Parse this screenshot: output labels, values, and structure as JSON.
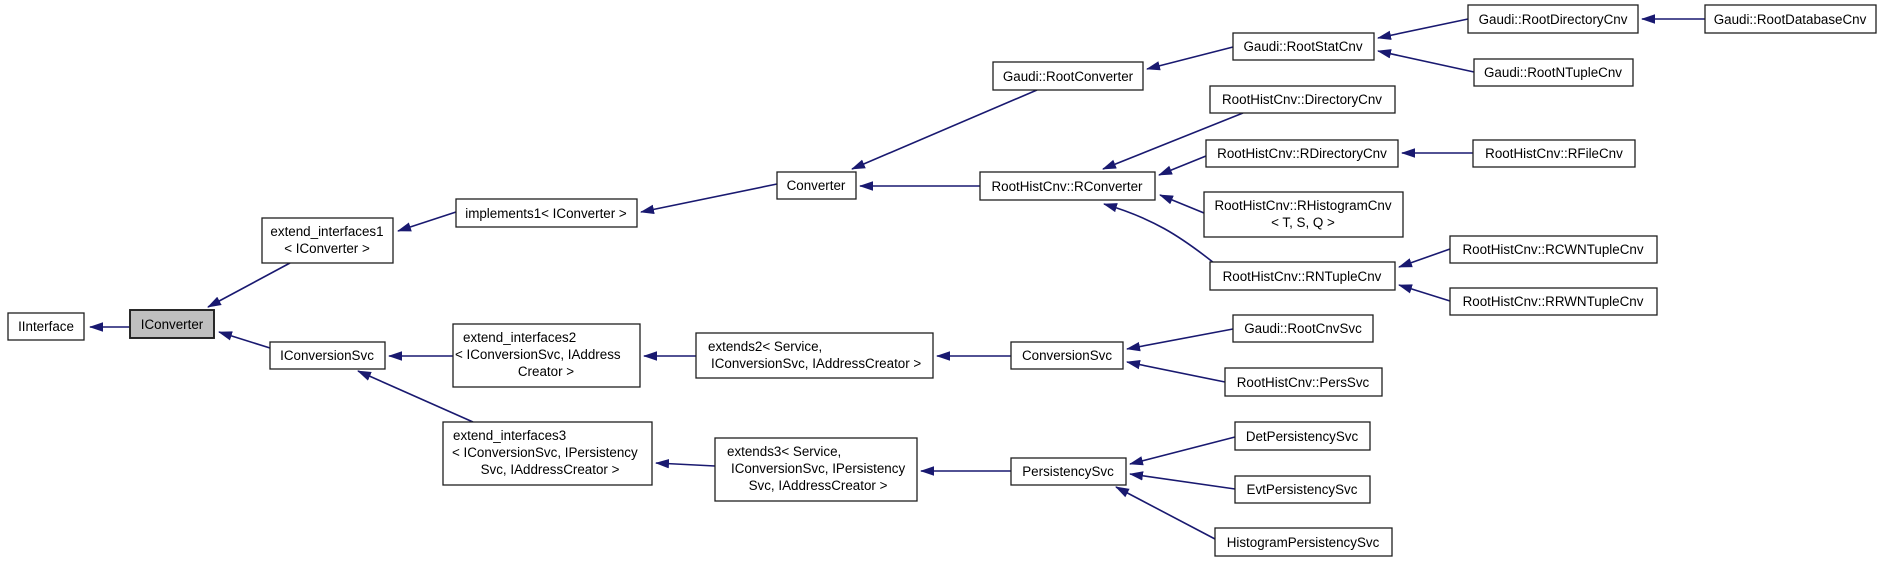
{
  "diagram": {
    "type": "class-inheritance-graph",
    "colors": {
      "arrow": "#191970",
      "border": "#1f1f1f",
      "node-fill": "#ffffff",
      "highlight": "#bfbfbf",
      "background": "#ffffff",
      "text": "#000000"
    },
    "highlighted_node": "IConverter",
    "nodes": {
      "iinterface": {
        "label": "IInterface"
      },
      "iconverter": {
        "label": "IConverter"
      },
      "extend_interfaces1": {
        "lines": [
          "extend_interfaces1",
          "< IConverter >"
        ]
      },
      "implements1": {
        "label": "implements1< IConverter >"
      },
      "converter": {
        "label": "Converter"
      },
      "gaudi_rootconverter": {
        "label": "Gaudi::RootConverter"
      },
      "gaudi_rootstatcnv": {
        "label": "Gaudi::RootStatCnv"
      },
      "gaudi_rootdirectorycnv": {
        "label": "Gaudi::RootDirectoryCnv"
      },
      "gaudi_rootdatabasecnv": {
        "label": "Gaudi::RootDatabaseCnv"
      },
      "gaudi_rootntuplecnv": {
        "label": "Gaudi::RootNTupleCnv"
      },
      "roothistcnv_directorycnv": {
        "label": "RootHistCnv::DirectoryCnv"
      },
      "roothistcnv_rconverter": {
        "label": "RootHistCnv::RConverter"
      },
      "roothistcnv_rdirectorycnv": {
        "label": "RootHistCnv::RDirectoryCnv"
      },
      "roothistcnv_rfilecnv": {
        "label": "RootHistCnv::RFileCnv"
      },
      "roothistcnv_rhistogramcnv": {
        "lines": [
          "RootHistCnv::RHistogramCnv",
          "< T, S, Q >"
        ]
      },
      "roothistcnv_rntuplecnv": {
        "label": "RootHistCnv::RNTupleCnv"
      },
      "roothistcnv_rcwntuplecnv": {
        "label": "RootHistCnv::RCWNTupleCnv"
      },
      "roothistcnv_rrwntuplecnv": {
        "label": "RootHistCnv::RRWNTupleCnv"
      },
      "iconversionsvc": {
        "label": "IConversionSvc"
      },
      "extend_interfaces2": {
        "lines": [
          "extend_interfaces2",
          "< IConversionSvc, IAddress",
          "Creator >"
        ]
      },
      "extends2": {
        "lines": [
          "extends2< Service,",
          "IConversionSvc, IAddressCreator >"
        ]
      },
      "conversionsvc": {
        "label": "ConversionSvc"
      },
      "gaudi_rootcnvsvc": {
        "label": "Gaudi::RootCnvSvc"
      },
      "roothistcnv_perssvc": {
        "label": "RootHistCnv::PersSvc"
      },
      "extend_interfaces3": {
        "lines": [
          "extend_interfaces3",
          "< IConversionSvc, IPersistency",
          "Svc, IAddressCreator >"
        ]
      },
      "extends3": {
        "lines": [
          "extends3< Service,",
          "IConversionSvc, IPersistency",
          "Svc, IAddressCreator >"
        ]
      },
      "persistencysvc": {
        "label": "PersistencySvc"
      },
      "detpersistencysvc": {
        "label": "DetPersistencySvc"
      },
      "evtpersistencysvc": {
        "label": "EvtPersistencySvc"
      },
      "histogrampersistencysvc": {
        "label": "HistogramPersistencySvc"
      }
    },
    "edges": [
      {
        "from": "IConverter",
        "to": "IInterface"
      },
      {
        "from": "extend_interfaces1< IConverter >",
        "to": "IConverter"
      },
      {
        "from": "IConversionSvc",
        "to": "IConverter"
      },
      {
        "from": "implements1< IConverter >",
        "to": "extend_interfaces1< IConverter >"
      },
      {
        "from": "Converter",
        "to": "implements1< IConverter >"
      },
      {
        "from": "Gaudi::RootConverter",
        "to": "Converter"
      },
      {
        "from": "RootHistCnv::RConverter",
        "to": "Converter"
      },
      {
        "from": "Gaudi::RootStatCnv",
        "to": "Gaudi::RootConverter"
      },
      {
        "from": "Gaudi::RootDirectoryCnv",
        "to": "Gaudi::RootStatCnv"
      },
      {
        "from": "Gaudi::RootNTupleCnv",
        "to": "Gaudi::RootStatCnv"
      },
      {
        "from": "Gaudi::RootDatabaseCnv",
        "to": "Gaudi::RootDirectoryCnv"
      },
      {
        "from": "RootHistCnv::DirectoryCnv",
        "to": "RootHistCnv::RConverter"
      },
      {
        "from": "RootHistCnv::RDirectoryCnv",
        "to": "RootHistCnv::RConverter"
      },
      {
        "from": "RootHistCnv::RFileCnv",
        "to": "RootHistCnv::RDirectoryCnv"
      },
      {
        "from": "RootHistCnv::RHistogramCnv< T, S, Q >",
        "to": "RootHistCnv::RConverter"
      },
      {
        "from": "RootHistCnv::RNTupleCnv",
        "to": "RootHistCnv::RConverter"
      },
      {
        "from": "RootHistCnv::RCWNTupleCnv",
        "to": "RootHistCnv::RNTupleCnv"
      },
      {
        "from": "RootHistCnv::RRWNTupleCnv",
        "to": "RootHistCnv::RNTupleCnv"
      },
      {
        "from": "extend_interfaces2< IConversionSvc, IAddressCreator >",
        "to": "IConversionSvc"
      },
      {
        "from": "extend_interfaces3< IConversionSvc, IPersistencySvc, IAddressCreator >",
        "to": "IConversionSvc"
      },
      {
        "from": "extends2< Service, IConversionSvc, IAddressCreator >",
        "to": "extend_interfaces2< IConversionSvc, IAddressCreator >"
      },
      {
        "from": "ConversionSvc",
        "to": "extends2< Service, IConversionSvc, IAddressCreator >"
      },
      {
        "from": "Gaudi::RootCnvSvc",
        "to": "ConversionSvc"
      },
      {
        "from": "RootHistCnv::PersSvc",
        "to": "ConversionSvc"
      },
      {
        "from": "extends3< Service, IConversionSvc, IPersistencySvc, IAddressCreator >",
        "to": "extend_interfaces3< IConversionSvc, IPersistencySvc, IAddressCreator >"
      },
      {
        "from": "PersistencySvc",
        "to": "extends3< Service, IConversionSvc, IPersistencySvc, IAddressCreator >"
      },
      {
        "from": "DetPersistencySvc",
        "to": "PersistencySvc"
      },
      {
        "from": "EvtPersistencySvc",
        "to": "PersistencySvc"
      },
      {
        "from": "HistogramPersistencySvc",
        "to": "PersistencySvc"
      }
    ]
  }
}
